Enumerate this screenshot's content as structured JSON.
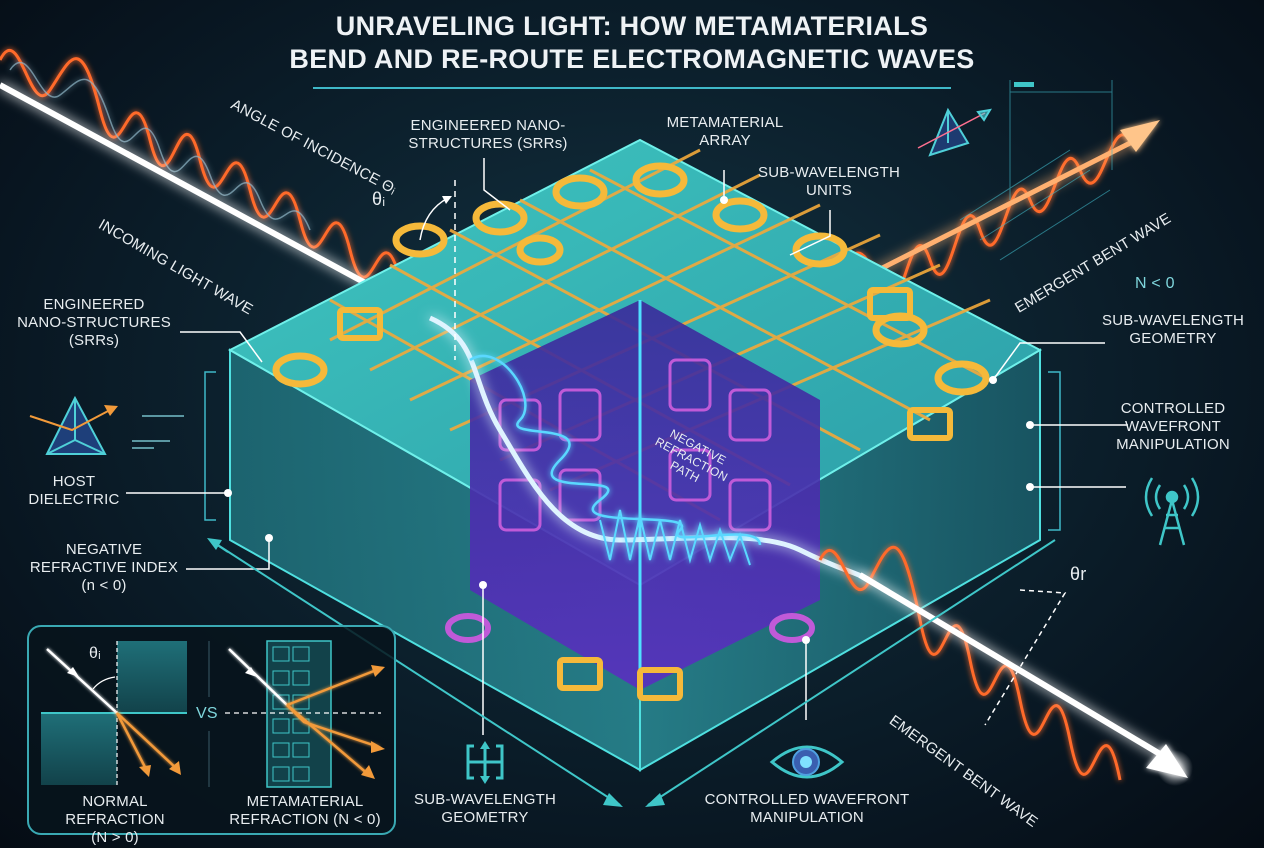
{
  "title": {
    "line1": "UNRAVELING LIGHT: HOW METAMATERIALS",
    "line2": "BEND AND RE-ROUTE ELECTROMAGNETIC WAVES"
  },
  "labels": {
    "angle_of_incidence": "ANGLE OF INCIDENCE θᵢ",
    "theta_i": "θᵢ",
    "incoming_light_wave": "INCOMING LIGHT WAVE",
    "engineered_top": {
      "line1": "ENGINEERED NANO-",
      "line2": "STRUCTURES (SRRs)"
    },
    "metamaterial_array": {
      "line1": "METAMATERIAL",
      "line2": "ARRAY"
    },
    "sub_wavelength_units": {
      "line1": "SUB-WAVELENGTH",
      "line2": "UNITS"
    },
    "emergent_bent_wave_top": "EMERGENT BENT WAVE",
    "n_less_zero": "N < 0",
    "sub_wavelength_geometry_right": {
      "line1": "SUB-WAVELENGTH",
      "line2": "GEOMETRY"
    },
    "engineered_left": {
      "line1": "ENGINEERED",
      "line2": "NANO-STRUCTURES",
      "line3": "(SRRs)"
    },
    "controlled_wavefront_right": {
      "line1": "CONTROLLED",
      "line2": "WAVEFRONT",
      "line3": "MANIPULATION"
    },
    "host_dielectric": {
      "line1": "HOST",
      "line2": "DIELECTRIC"
    },
    "negative_refractive_index": {
      "line1": "NEGATIVE",
      "line2": "REFRACTIVE INDEX",
      "line3": "(n < 0)"
    },
    "negative_refraction_path": {
      "line1": "NEGATIVE",
      "line2": "REFRACTION",
      "line3": "PATH"
    },
    "theta_r": "θr",
    "emergent_bent_wave_bottom": "EMERGENT BENT WAVE",
    "sub_wavelength_geometry_bottom": {
      "line1": "SUB-WAVELENGTH",
      "line2": "GEOMETRY"
    },
    "controlled_wavefront_bottom": {
      "line1": "CONTROLLED WAVEFRONT",
      "line2": "MANIPULATION"
    }
  },
  "inset": {
    "theta_i": "θᵢ",
    "vs": "VS",
    "normal": {
      "line1": "NORMAL REFRACTION",
      "line2": "(N > 0)"
    },
    "meta": {
      "line1": "METAMATERIAL",
      "line2": "REFRACTION (N < 0)"
    }
  },
  "icons": [
    "prism-icon",
    "prism-icon-small",
    "radio-tower-icon",
    "eye-icon",
    "resize-arrows-icon"
  ],
  "colors": {
    "background": "#0b1c28",
    "accent_cyan": "#3fb8c8",
    "wave_orange": "#ff6a2a",
    "srr_gold": "#f2b33a",
    "inner_purple": "#6a3cc8"
  }
}
